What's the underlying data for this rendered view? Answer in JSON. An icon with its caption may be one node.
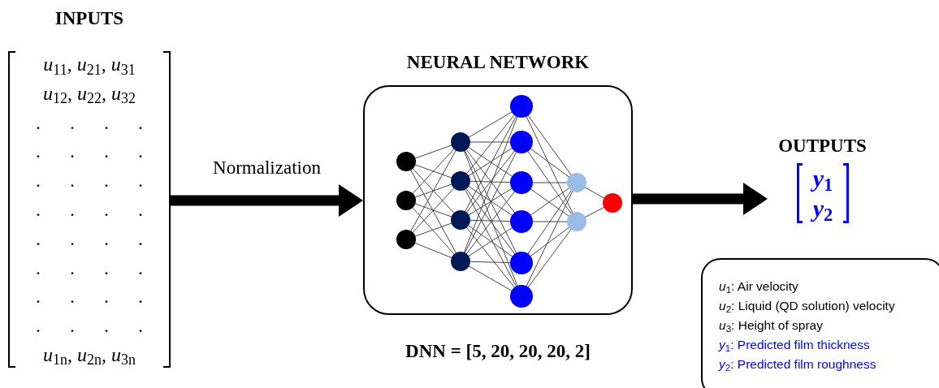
{
  "diagram": {
    "nodes": [
      {
        "text": [
          "INPUTS",
          "*u*$_{11}$, *u*$_{21}$, *u*$_{31}$",
          "*u*$_{12}$, *u*$_{22}$, *u*$_{32}$",
          ". . . .",
          ". . . .",
          ". . . .",
          ". . . .",
          ". . . .",
          ". . . .",
          ". . . .",
          ". . . .",
          "*u*$_{1n}$, *u*$_{2n}$, *u*$_{3n}$"
        ]
      },
      {
        "text": [
          "NEURAL NETWORK"
        ],
        "beside": [
          "DNN = [5, 20, 20, 20, 2]"
        ]
      },
      {
        "text": [
          "OUTPUTS",
          "*y*$_{1}$",
          "*y*$_{2}$"
        ]
      },
      {
        "text": [
          "*u*$_{1}$: Air velocity",
          "*u*$_{2}$: Liquid (QD solution) velocity",
          "*u*$_{3}$: Height of spray",
          "*y*$_{1}$: Predicted film thickness",
          "*y*$_{2}$: Predicted film roughness"
        ]
      }
    ],
    "edges": [
      {
        "from": 0,
        "to": 1,
        "arrow": "to",
        "label": "Normalization"
      },
      {
        "from": 1,
        "to": 2,
        "arrow": "to"
      }
    ]
  }
}
